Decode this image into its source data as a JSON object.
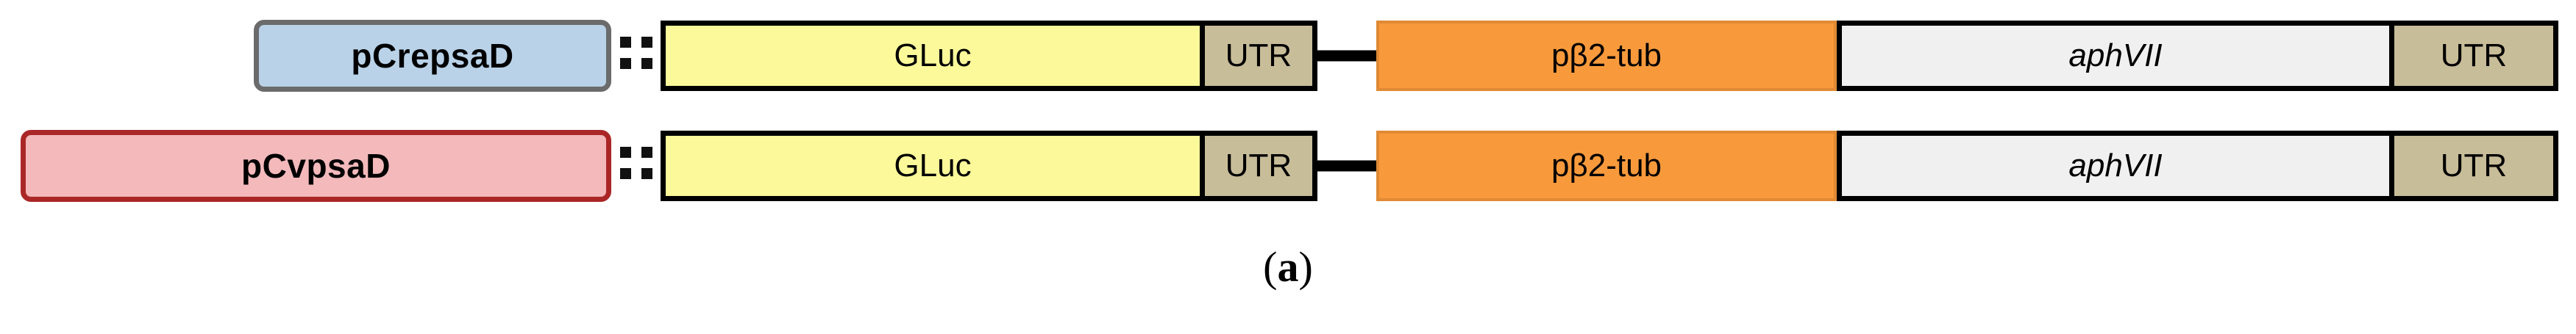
{
  "figure": {
    "caption": {
      "open_paren": "(",
      "label": "a",
      "close_paren": ")"
    },
    "separator_glyph": "::",
    "colors": {
      "gluc_fill": "#fcf99a",
      "utr_fill": "#c8bd99",
      "promoter_fill": "#f89a3c",
      "marker_fill": "#f0f0f0",
      "pill_blue_fill": "#b9d2e8",
      "pill_blue_border": "#6b6b6b",
      "pill_pink_fill": "#f3b9bb",
      "pill_pink_border": "#ab2727",
      "outline": "#000000"
    },
    "constructs": [
      {
        "name": "pCrepsaD",
        "pill_style": "blue",
        "segments": [
          {
            "label": "GLuc",
            "kind": "reporter-gene",
            "italic": false
          },
          {
            "label": "UTR",
            "kind": "utr",
            "italic": false
          },
          {
            "label": "pβ2-tub",
            "kind": "promoter",
            "italic": false
          },
          {
            "label": "aphVII",
            "kind": "selection-marker",
            "italic": true
          },
          {
            "label": "UTR",
            "kind": "utr",
            "italic": false
          }
        ]
      },
      {
        "name": "pCvpsaD",
        "pill_style": "pink",
        "segments": [
          {
            "label": "GLuc",
            "kind": "reporter-gene",
            "italic": false
          },
          {
            "label": "UTR",
            "kind": "utr",
            "italic": false
          },
          {
            "label": "pβ2-tub",
            "kind": "promoter",
            "italic": false
          },
          {
            "label": "aphVII",
            "kind": "selection-marker",
            "italic": true
          },
          {
            "label": "UTR",
            "kind": "utr",
            "italic": false
          }
        ]
      }
    ]
  }
}
